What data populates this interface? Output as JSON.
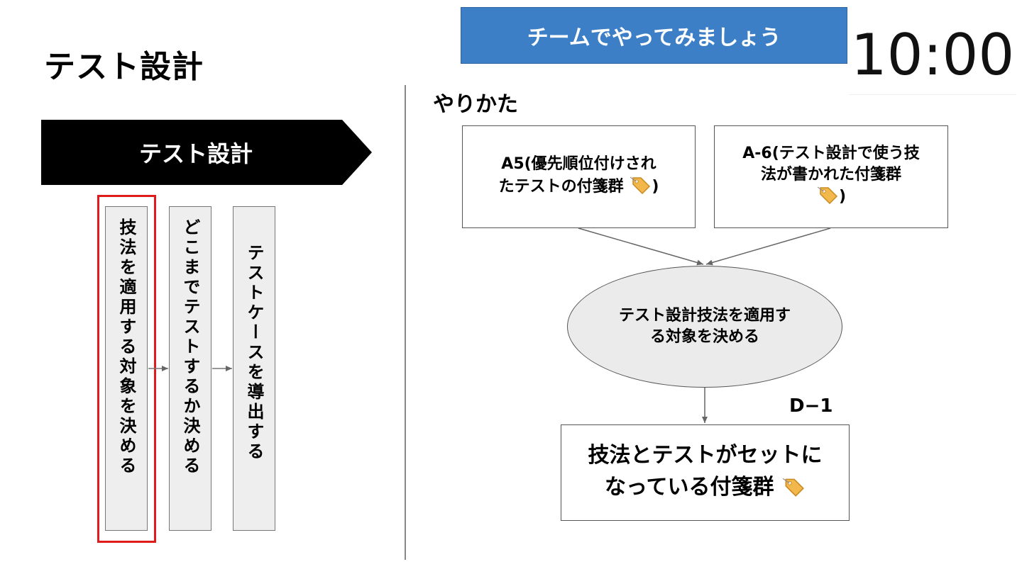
{
  "header": {
    "title": "テスト設計"
  },
  "banner": {
    "label": "チームでやってみましょう",
    "color": "#3d7fc6"
  },
  "timer": {
    "value": "10:00"
  },
  "left_panel": {
    "stage_label": "テスト設計",
    "steps": [
      {
        "label": "技法を適用する対象を決める",
        "highlighted": true
      },
      {
        "label": "どこまでテストするか決める",
        "highlighted": false
      },
      {
        "label": "テストケースを導出する",
        "highlighted": false
      }
    ],
    "highlight_color": "#e01b1b"
  },
  "right_panel": {
    "heading": "やりかた",
    "inputs": [
      {
        "line1": "A5(優先順位付けされ",
        "line2": "たテストの付箋群",
        "close": ")"
      },
      {
        "line1": "A-6(テスト設計で使う技",
        "line2": "法が書かれた付箋群",
        "close": ")"
      }
    ],
    "process": "テスト設計技法を適用する対象を決める",
    "output_code": "D−1",
    "output": {
      "line1": "技法とテストがセットに",
      "line2": "なっている付箋群"
    }
  },
  "icons": {
    "tag": "label-tag-icon"
  }
}
